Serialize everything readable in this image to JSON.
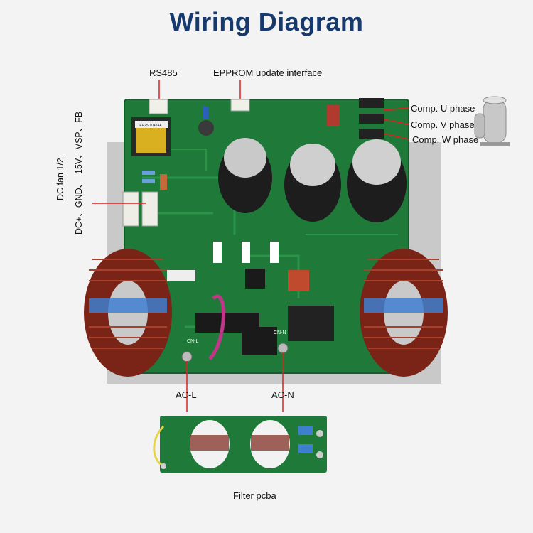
{
  "title": "Wiring Diagram",
  "labels": {
    "rs485": "RS485",
    "eeprom": "EPPROM update interface",
    "comp_u": "Comp. U phase",
    "comp_v": "Comp. V phase",
    "comp_w": "Comp. W phase",
    "dc_fan": "DC fan 1/2",
    "fan_pins_top": "15V、VSP、FB",
    "fan_pins_bottom": "DC+、GND、",
    "ac_l": "AC-L",
    "ac_n": "AC-N",
    "filter": "Filter pcba"
  },
  "board_marks": {
    "cn_l": "CN-L",
    "cn_n": "CN-N",
    "transformer": "EE25-10424A"
  },
  "colors": {
    "title": "#173a6e",
    "pcb": "#1f7a3a",
    "copper": "#8a2a1c",
    "callout": "#e02020"
  }
}
